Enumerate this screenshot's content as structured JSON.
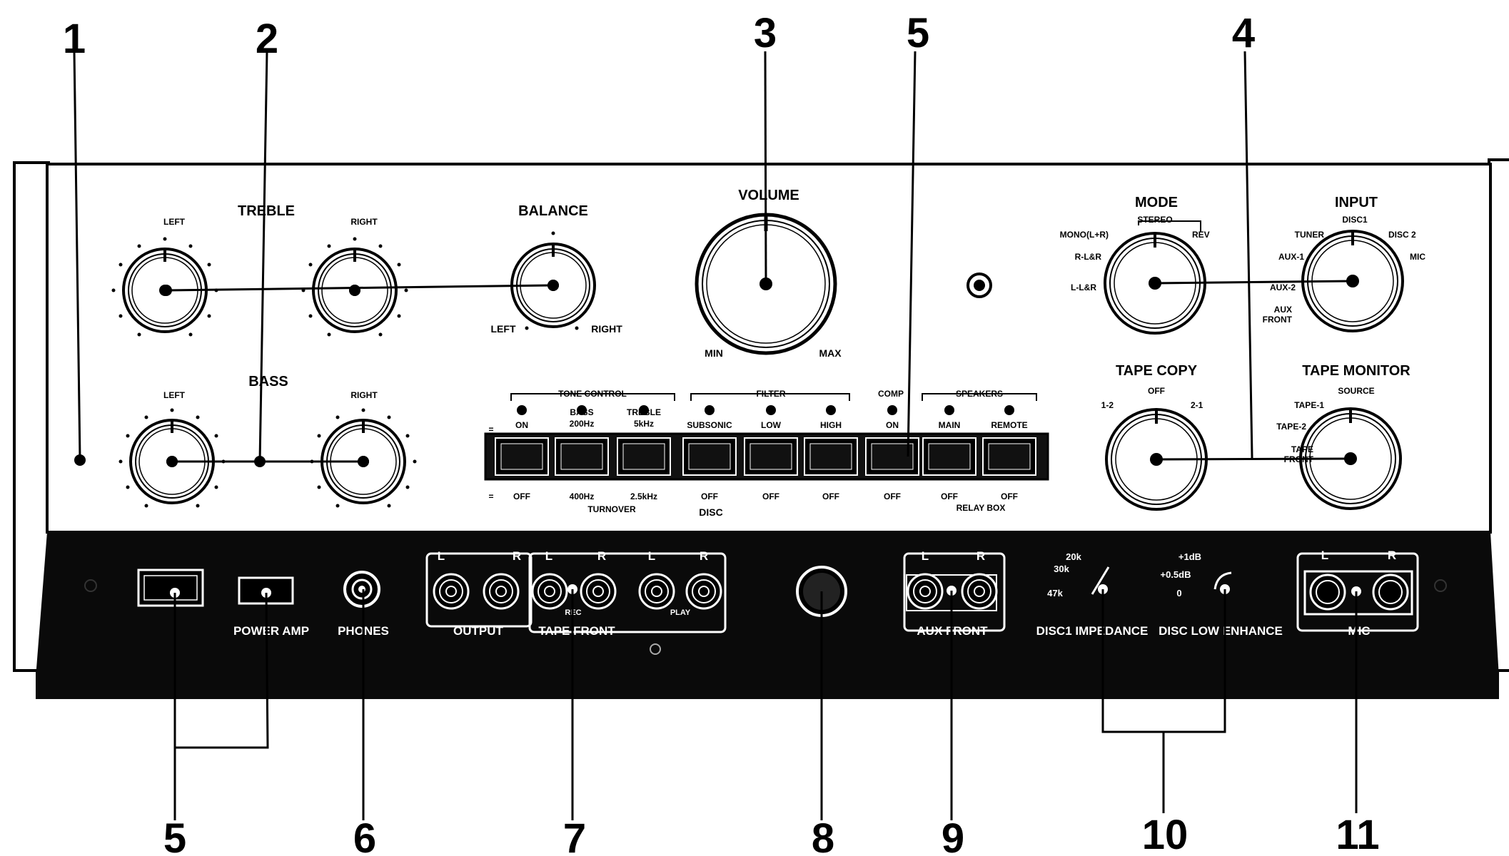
{
  "callouts": {
    "n1": "1",
    "n2": "2",
    "n3": "3",
    "n4": "4",
    "n5_top": "5",
    "n5_bottom": "5",
    "n6": "6",
    "n7": "7",
    "n8": "8",
    "n9": "9",
    "n10": "10",
    "n11": "11"
  },
  "knobs": {
    "treble": "TREBLE",
    "bass": "BASS",
    "left": "LEFT",
    "right": "RIGHT",
    "balance": "BALANCE",
    "balance_left": "LEFT",
    "balance_right": "RIGHT",
    "volume": "VOLUME",
    "vol_min": "MIN",
    "vol_max": "MAX",
    "mode": "MODE",
    "mode_stereo": "STEREO",
    "mode_mono": "MONO(L+R)",
    "mode_rev": "REV",
    "mode_rlr": "R-L&R",
    "mode_llr": "L-L&R",
    "input": "INPUT",
    "in_disc1": "DISC1",
    "in_tuner": "TUNER",
    "in_disc2": "DISC 2",
    "in_aux1": "AUX-1",
    "in_mic": "MIC",
    "in_aux2": "AUX-2",
    "in_aux_front_1": "AUX",
    "in_aux_front_2": "FRONT",
    "tape_copy": "TAPE COPY",
    "tc_off": "OFF",
    "tc_12": "1-2",
    "tc_21": "2-1",
    "tape_monitor": "TAPE MONITOR",
    "tm_source": "SOURCE",
    "tm_tape1": "TAPE-1",
    "tm_tape2": "TAPE-2",
    "tm_front_1": "TAPE",
    "tm_front_2": "FRONT"
  },
  "switches": {
    "group_tone": "TONE CONTROL",
    "group_filter": "FILTER",
    "group_comp": "COMP",
    "group_speakers": "SPEAKERS",
    "top": [
      "ON",
      "BASS\n200Hz",
      "TREBLE\n5kHz",
      "SUBSONIC",
      "LOW",
      "HIGH",
      "ON",
      "MAIN",
      "REMOTE"
    ],
    "bottom": [
      "OFF",
      "400Hz",
      "2.5kHz",
      "OFF",
      "OFF",
      "OFF",
      "OFF",
      "OFF",
      "OFF"
    ],
    "turnover": "TURNOVER",
    "disc": "DISC",
    "relay_box": "RELAY BOX",
    "on_sym": "=",
    "off_sym": "="
  },
  "lower_panel": {
    "power_amp": "POWER AMP",
    "phones": "PHONES",
    "output": "OUTPUT",
    "tape_front": "TAPE FRONT",
    "rec": "REC",
    "play": "PLAY",
    "aux_front": "AUX FRONT",
    "disc1_impedance": "DISC1 IMPEDANCE",
    "disc_low_enhance": "DISC LOW ENHANCE",
    "mic": "MIC",
    "imp_20k": "20k",
    "imp_30k": "30k",
    "imp_47k": "47k",
    "enh_1db": "+1dB",
    "enh_05db": "+0.5dB",
    "enh_0": "0",
    "ch_l": "L",
    "ch_r": "R"
  }
}
